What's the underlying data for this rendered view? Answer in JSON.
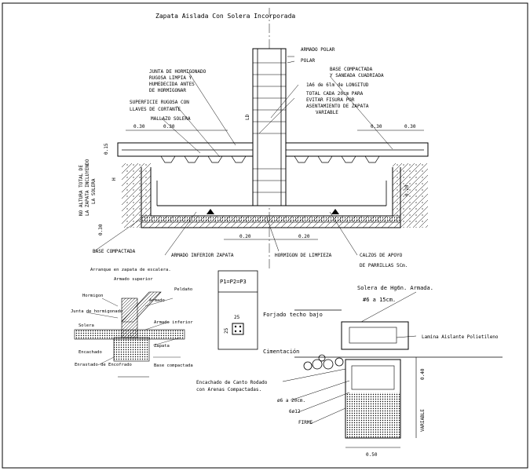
{
  "sheet": {
    "title": "Zapata Aislada Con Solera Incorporada"
  },
  "main_detail": {
    "armado_polar": "ARMADO POLAR",
    "polar": "POLAR",
    "junta": [
      "JUNTA DE HORMIGONADO",
      "RUGOSA LIMPIA Y",
      "HUMEDECIDA ANTES",
      "DE HORMIGONAR"
    ],
    "superficie": [
      "SUPERFICIE RUGOSA CON",
      "LLAVES DE CORTANTE"
    ],
    "mallazo": "MALLAZO SOLERA",
    "base_top": [
      "BASE COMPACTADA",
      "Y SANEADA CUADRIADA"
    ],
    "longitud": "1A6 de 6lm de LONGITUD",
    "total": [
      "TOTAL CADA 20cm PARA",
      "EVITAR FISURA POR",
      "ASENTAMIENTO DE ZAPATA",
      "VARIABLE"
    ],
    "dim_030_a": "0.30",
    "dim_030_b": "0.30",
    "dim_030_c": "0.30",
    "dim_030_d": "0.30",
    "dim_015": "0.15",
    "dim_ld": "LD",
    "dim_h": "H",
    "dim_020_right": "0.20",
    "dim_030_left": "0.30",
    "dim_020_bot1": "0.20",
    "dim_020_bot2": "0.20",
    "vertical_label": [
      "NO ALTURA TOTAL DE",
      "LA ZAPATA INCLUYENDO",
      "LA SOLERA"
    ],
    "base_bottom": "BASE COMPACTADA",
    "armado_inferior": "ARMADO INFERIOR ZAPATA",
    "hormigon_limpieza": "HORMIGON DE LIMPIEZA",
    "calzos": "CALZOS DE APOYO",
    "parrillas": "DE PARRILLAS 5Cm."
  },
  "small_detail": {
    "caption": "Arranque en zapata de escalera.",
    "tags": [
      "Armado superior",
      "Peldaño",
      "Armado",
      "Hormigon",
      "Junta de hormigonado",
      "Solera",
      "Armado inferior",
      "Zapata",
      "Encachado",
      "Enrastado de Encofrado",
      "Base compactada"
    ]
  },
  "legend_box": {
    "formula": "P1=P2=P3",
    "dim_top": "25",
    "dim_side": "25"
  },
  "right_detail": {
    "solera_title": "Solera de Hg6n. Armada.",
    "solera_bars": "#6 a 15cm.",
    "forjado": "Forjado techo bajo",
    "lamina": "Lamina Aislante Polietileno",
    "cimentacion": "Cimentación",
    "encachado": [
      "Encachado de Canto Rodado",
      "con Arenas Compactadas."
    ],
    "stirrups": "ø6 a 20cm.",
    "bars": "6ø12",
    "firme": "FIRME",
    "dim_040": "0.40",
    "dim_variable": "VARIABLE",
    "dim_050": "0.50"
  }
}
